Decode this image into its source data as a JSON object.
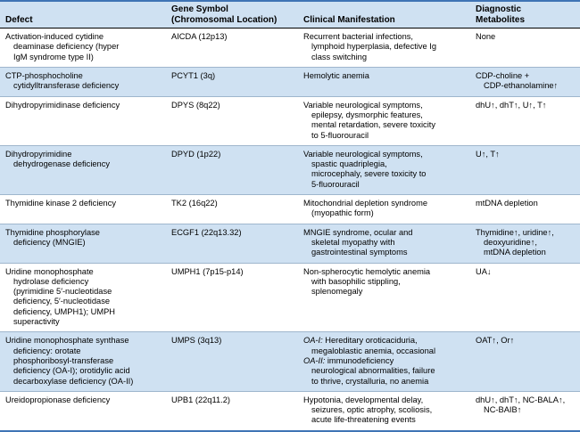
{
  "table": {
    "columns": [
      {
        "id": "defect",
        "label_lines": [
          "Defect"
        ]
      },
      {
        "id": "gene",
        "label_lines": [
          "Gene Symbol",
          "(Chromosomal Location)"
        ]
      },
      {
        "id": "clinical",
        "label_lines": [
          "Clinical Manifestation"
        ]
      },
      {
        "id": "metab",
        "label_lines": [
          "Diagnostic",
          "Metabolites"
        ]
      }
    ],
    "colors": {
      "header_fill": "#cfe1f2",
      "row_alt_fill": "#cfe1f2",
      "row_fill": "#ffffff",
      "rule_accent": "#3f74b5",
      "rule_hairline": "#9fb6cd",
      "text": "#000000"
    },
    "rows": [
      {
        "defect": [
          "Activation-induced cytidine",
          "deaminase deficiency (hyper",
          "IgM syndrome type II)"
        ],
        "gene": [
          "AICDA (12p13)"
        ],
        "clinical": [
          "Recurrent bacterial infections,",
          "lymphoid hyperplasia, defective Ig",
          "class switching"
        ],
        "metab": [
          "None"
        ]
      },
      {
        "defect": [
          "CTP-phosphocholine",
          "cytidylltransferase deficiency"
        ],
        "gene": [
          "PCYT1 (3q)"
        ],
        "clinical": [
          "Hemolytic anemia"
        ],
        "metab": [
          "CDP-choline +",
          "CDP-ethanolamine↑"
        ]
      },
      {
        "defect": [
          "Dihydropyrimidinase deficiency"
        ],
        "gene": [
          "DPYS (8q22)"
        ],
        "clinical": [
          "Variable neurological symptoms,",
          "epilepsy, dysmorphic features,",
          "mental retardation, severe toxicity",
          "to 5-fluorouracil"
        ],
        "metab": [
          "dhU↑, dhT↑, U↑, T↑"
        ]
      },
      {
        "defect": [
          "Dihydropyrimidine",
          "dehydrogenase deficiency"
        ],
        "gene": [
          "DPYD (1p22)"
        ],
        "clinical": [
          "Variable neurological symptoms,",
          "spastic quadriplegia,",
          "microcephaly, severe toxicity to",
          "5-fluorouracil"
        ],
        "metab": [
          "U↑, T↑"
        ]
      },
      {
        "defect": [
          "Thymidine kinase 2 deficiency"
        ],
        "gene": [
          "TK2 (16q22)"
        ],
        "clinical": [
          "Mitochondrial depletion syndrome",
          "(myopathic form)"
        ],
        "metab": [
          "mtDNA depletion"
        ]
      },
      {
        "defect": [
          "Thymidine phosphorylase",
          "deficiency (MNGIE)"
        ],
        "gene": [
          "ECGF1 (22q13.32)"
        ],
        "clinical": [
          "MNGIE syndrome, ocular and",
          "skeletal myopathy with",
          "gastrointestinal symptoms"
        ],
        "metab": [
          "Thymidine↑, uridine↑,",
          "deoxyuridine↑,",
          "mtDNA depletion"
        ]
      },
      {
        "defect": [
          "Uridine monophosphate",
          "hydrolase deficiency",
          "(pyrimidine 5′-nucleotidase",
          "deficiency, 5′-nucleotidase",
          "deficiency, UMPH1); UMPH",
          "superactivity"
        ],
        "gene": [
          "UMPH1 (7p15-p14)"
        ],
        "clinical": [
          "Non-spherocytic hemolytic anemia",
          "with basophilic stippling,",
          "splenomegaly"
        ],
        "metab": [
          "UA↓"
        ]
      },
      {
        "defect": [
          "Uridine monophosphate synthase",
          "deficiency: orotate",
          "phosphoribosyl-transferase",
          "deficiency (OA-I); orotidylic acid",
          "decarboxylase deficiency (OA-II)"
        ],
        "gene": [
          "UMPS (3q13)"
        ],
        "clinical_rich": [
          {
            "italic_lead": "OA-I:",
            "text": " Hereditary oroticaciduria,"
          },
          {
            "italic_lead": "",
            "text": "megaloblastic anemia, occasional",
            "indent": true
          },
          {
            "italic_lead": "OA-II:",
            "text": " immunodeficiency"
          },
          {
            "italic_lead": "",
            "text": "neurological abnormalities, failure",
            "indent": true
          },
          {
            "italic_lead": "",
            "text": "to thrive, crystalluria, no anemia",
            "indent": true
          }
        ],
        "metab": [
          "OAT↑, Or↑"
        ]
      },
      {
        "defect": [
          "Ureidopropionase deficiency"
        ],
        "gene": [
          "UPB1 (22q11.2)"
        ],
        "clinical": [
          "Hypotonia, developmental delay,",
          "seizures, optic atrophy, scoliosis,",
          "acute life-threatening events"
        ],
        "metab": [
          "dhU↑, dhT↑, NC-BALA↑,",
          "NC-BAIB↑"
        ]
      }
    ]
  }
}
